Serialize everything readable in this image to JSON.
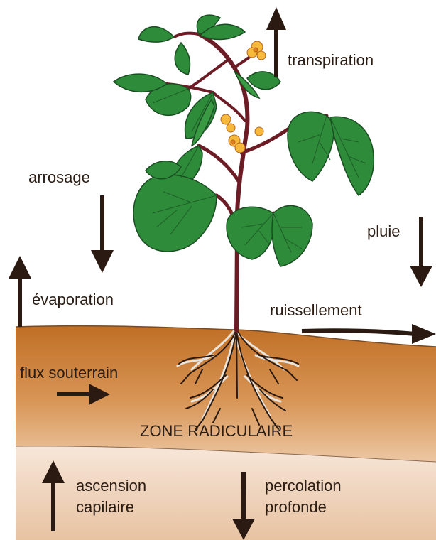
{
  "labels": {
    "transpiration": "transpiration",
    "arrosage": "arrosage",
    "pluie": "pluie",
    "evaporation": "évaporation",
    "ruissellement": "ruissellement",
    "flux_souterrain": "flux souterrain",
    "zone_radiculaire": "ZONE RADICULAIRE",
    "ascension_line1": "ascension",
    "ascension_line2": "capilaire",
    "percolation_line1": "percolation",
    "percolation_line2": "profonde"
  },
  "colors": {
    "arrow": "#2b1a12",
    "stem": "#6b1c25",
    "leaf": "#2e8b3a",
    "leaf_vein": "#1d5e27",
    "flower": "#f6b93b",
    "soil_top": "#c47a2e",
    "soil_bottom": "#f2dcc8",
    "text": "#2b1d14"
  }
}
